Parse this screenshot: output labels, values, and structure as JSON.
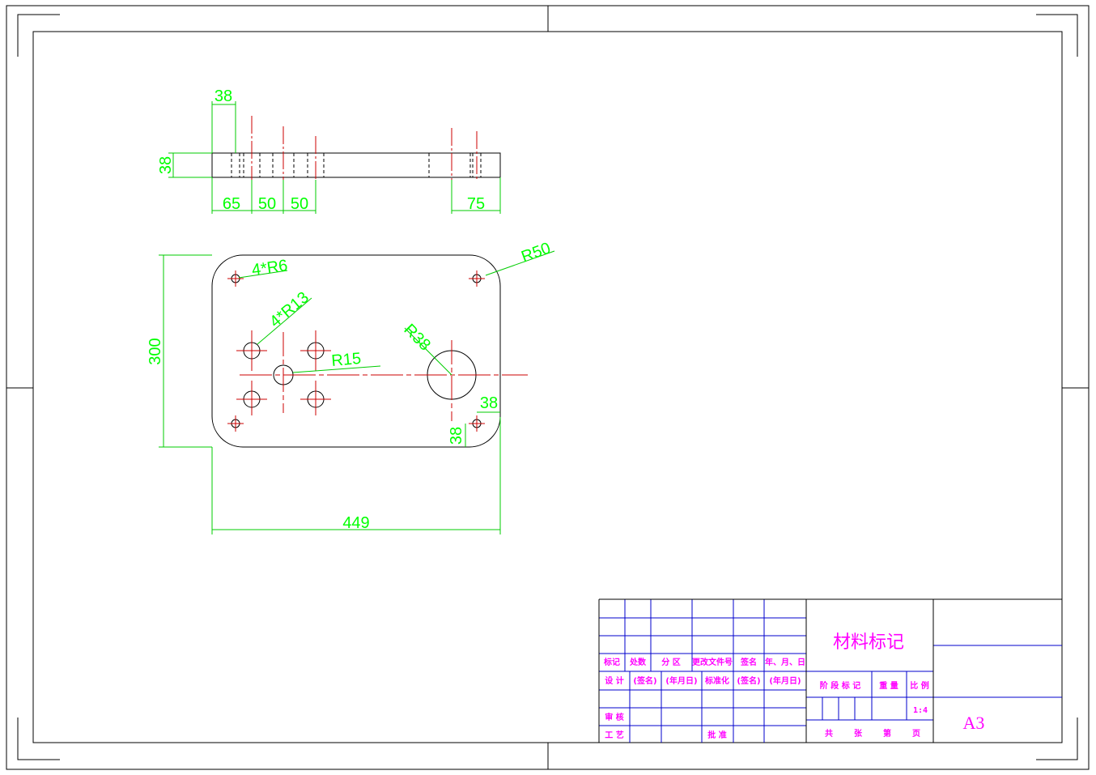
{
  "colors": {
    "outline": "#000000",
    "dimension": "#00cc00",
    "dimension_text": "#00ff00",
    "centerline": "#cc0000",
    "title_grid": "#0000cc",
    "title_text": "#ff00ff"
  },
  "side_view": {
    "dims": {
      "thickness_left": "38",
      "thickness_vertical": "38",
      "d1": "65",
      "d2": "50",
      "d3": "50",
      "d4": "75"
    }
  },
  "top_view": {
    "dims": {
      "height": "300",
      "width": "449",
      "corner_holes": "4*R6",
      "pattern_holes": "4*R13",
      "center_hole": "R15",
      "big_hole": "R38",
      "corner_radius": "R50",
      "offset_x": "38",
      "offset_y": "38"
    }
  },
  "title_block": {
    "header": {
      "mark": "标记",
      "count": "处数",
      "zone": "分 区",
      "change_doc": "更改文件号",
      "signature": "签名",
      "date": "年、月、日"
    },
    "rows": {
      "design": "设 计",
      "sign1": "(签名)",
      "date1": "(年月日)",
      "standard": "标准化",
      "sign2": "(签名)",
      "date2": "(年月日)",
      "review": "审 核",
      "process": "工 艺",
      "approve": "批 准"
    },
    "material": "材料标记",
    "stage_mark": "阶 段 标 记",
    "weight": "重 量",
    "ratio": "比 例",
    "scale": "1:4",
    "total": "共",
    "sheets": "张",
    "page_no": "第",
    "page": "页",
    "sheet_size": "A3"
  }
}
